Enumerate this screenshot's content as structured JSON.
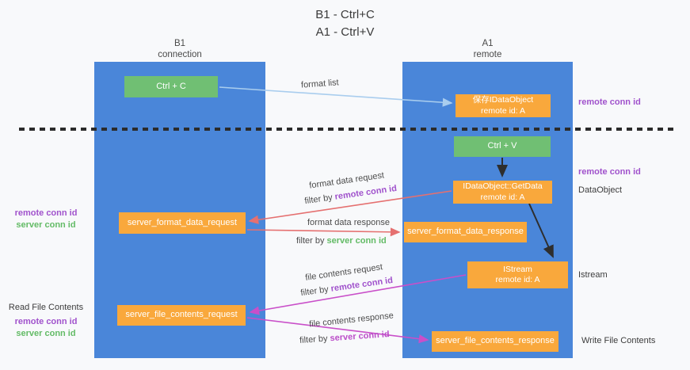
{
  "title": {
    "line1": "B1 - Ctrl+C",
    "line2": "A1 - Ctrl+V"
  },
  "columns": {
    "left": {
      "name": "B1",
      "role": "connection"
    },
    "right": {
      "name": "A1",
      "role": "remote"
    }
  },
  "boxes": {
    "ctrl_c": "Ctrl + C",
    "ctrl_v": "Ctrl + V",
    "save_dataobject": {
      "line1": "保存IDataObject",
      "line2": "remote id: A"
    },
    "getdata": {
      "line1": "IDataObject::GetData",
      "line2": "remote id: A"
    },
    "istream": {
      "line1": "IStream",
      "line2": "remote id: A"
    },
    "format_request": "server_format_data_request",
    "format_response": "server_format_data_response",
    "file_request": "server_file_contents_request",
    "file_response": "server_file_contents_response"
  },
  "arrow_labels": {
    "format_list": "format list",
    "format_data_request": {
      "text": "format data request",
      "filter_prefix": "filter by",
      "filter_key": "remote conn id"
    },
    "format_data_response": {
      "text": "format data response",
      "filter_prefix": "filter by",
      "filter_key": "server conn id"
    },
    "file_contents_request": {
      "text": "file contents request",
      "filter_prefix": "filter by",
      "filter_key": "remote conn id"
    },
    "file_contents_response": {
      "text": "file contents response",
      "filter_prefix": "filter by",
      "filter_key": "server conn id"
    }
  },
  "side_labels": {
    "right_remote_conn_top": "remote conn id",
    "right_remote_conn_mid": "remote conn id",
    "dataobject": "DataObject",
    "istream": "Istream",
    "write_file_contents": "Write File Contents",
    "left_remote_conn_mid": "remote conn id",
    "left_server_conn_mid": "server conn id",
    "read_file_contents": "Read File Contents",
    "left_remote_conn_bottom": "remote conn id",
    "left_server_conn_bottom": "server conn id"
  },
  "colors": {
    "column_blue": "#4a86d9",
    "box_green": "#70bf73",
    "box_orange": "#f9a83c",
    "arrow_lightblue": "#a9cdee",
    "arrow_red": "#e57070",
    "arrow_magenta": "#c94fc9",
    "arrow_black": "#2e2e2e",
    "text_purple": "#a052cc",
    "text_green": "#63bb66"
  }
}
